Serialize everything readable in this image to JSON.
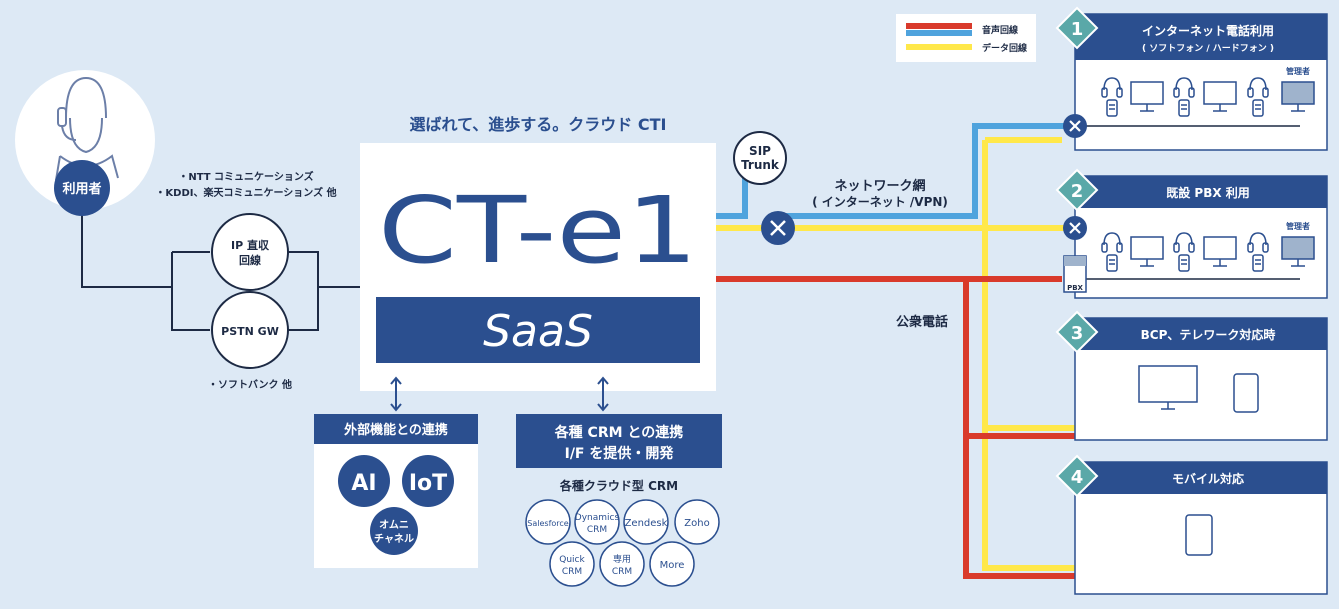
{
  "legend": {
    "voice": "音声回線",
    "data": "データ回線",
    "voice_color": "#d93a2b",
    "data_color": "#ffe84a",
    "network_color": "#4fa3dd"
  },
  "user": {
    "label": "利用者"
  },
  "carriers": {
    "line1": "・NTT コミュニケーションズ",
    "line2": "・KDDI、楽天コミュニケーションズ 他",
    "softbank": "・ソフトバンク 他"
  },
  "ip_direct": {
    "line1": "IP 直収",
    "line2": "回線"
  },
  "pstn": {
    "label": "PSTN GW"
  },
  "tagline": "選ばれて、進歩する。クラウド CTI",
  "logo": {
    "text": "CT-e1",
    "saas": "SaaS"
  },
  "sip": {
    "line1": "SIP",
    "line2": "Trunk"
  },
  "network": {
    "line1": "ネットワーク網",
    "line2": "( インターネット /VPN)"
  },
  "public_phone": "公衆電話",
  "external": {
    "title": "外部機能との連携",
    "ai": "AI",
    "iot": "IoT",
    "omni1": "オムニ",
    "omni2": "チャネル"
  },
  "crm": {
    "title1": "各種 CRM との連携",
    "title2": "I/F を提供・開発",
    "subtitle": "各種クラウド型 CRM",
    "items": [
      {
        "l1": "Salesforce",
        "l2": ""
      },
      {
        "l1": "Dynamics",
        "l2": "CRM"
      },
      {
        "l1": "Zendesk",
        "l2": ""
      },
      {
        "l1": "Zoho",
        "l2": ""
      },
      {
        "l1": "Quick",
        "l2": "CRM"
      },
      {
        "l1": "専用",
        "l2": "CRM"
      },
      {
        "l1": "More",
        "l2": ""
      }
    ]
  },
  "cases": [
    {
      "num": "1",
      "title": "インターネット電話利用",
      "sub": "( ソフトフォン / ハードフォン )",
      "admin": "管理者"
    },
    {
      "num": "2",
      "title": "既設 PBX 利用",
      "sub": "",
      "admin": "管理者",
      "pbx": "PBX"
    },
    {
      "num": "3",
      "title": "BCP、テレワーク対応時",
      "sub": ""
    },
    {
      "num": "4",
      "title": "モバイル対応",
      "sub": ""
    }
  ]
}
